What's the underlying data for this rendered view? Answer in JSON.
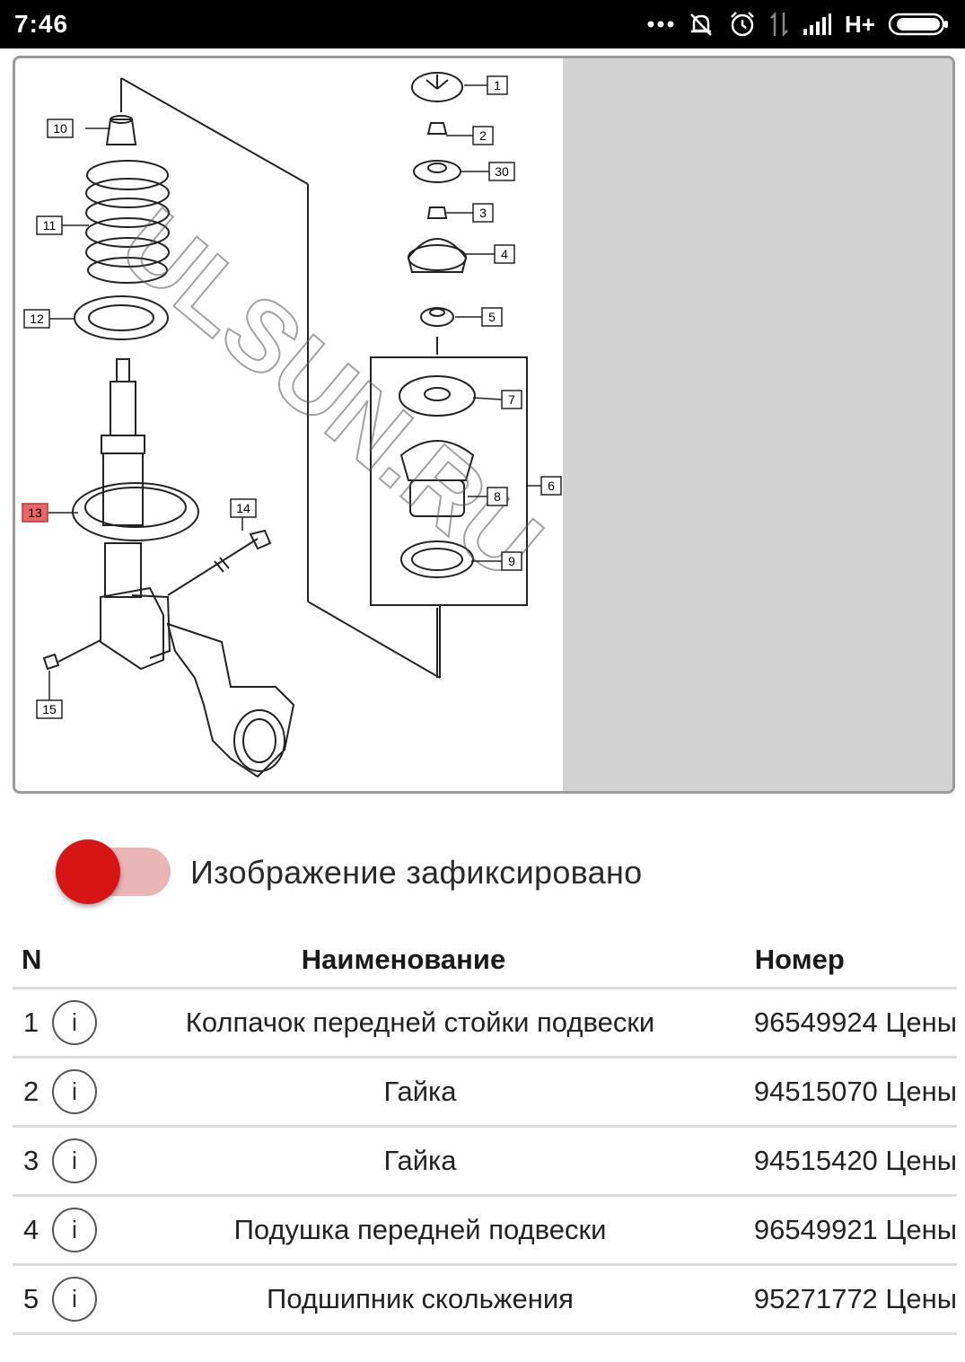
{
  "status_bar": {
    "time": "7:46",
    "network": "H+",
    "icons": [
      "more-dots-icon",
      "notifications-off-icon",
      "alarm-icon",
      "data-arrows-icon",
      "signal-icon",
      "battery-icon"
    ]
  },
  "diagram": {
    "labels": [
      "1",
      "2",
      "30",
      "3",
      "4",
      "5",
      "6",
      "7",
      "8",
      "9",
      "10",
      "11",
      "12",
      "13",
      "14",
      "15"
    ],
    "highlighted_label": "13",
    "watermark": "ULSUN.RU",
    "highlight_color": "#e8676b"
  },
  "toggle": {
    "state": "on",
    "label": "Изображение зафиксировано",
    "accent_color": "#d81515"
  },
  "table": {
    "headers": {
      "n": "N",
      "name": "Наименование",
      "number": "Номер"
    },
    "info_symbol": "i",
    "rows": [
      {
        "n": "1",
        "name": "Колпачок передней стойки подвески",
        "number": "96549924 Цены"
      },
      {
        "n": "2",
        "name": "Гайка",
        "number": "94515070 Цены"
      },
      {
        "n": "3",
        "name": "Гайка",
        "number": "94515420 Цены"
      },
      {
        "n": "4",
        "name": "Подушка передней подвески",
        "number": "96549921 Цены"
      },
      {
        "n": "5",
        "name": "Подшипник скольжения",
        "number": "95271772 Цены"
      }
    ]
  }
}
